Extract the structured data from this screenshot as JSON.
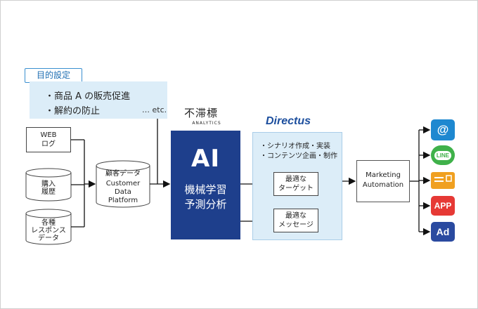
{
  "goal": {
    "tag": "目的設定",
    "items": [
      "・商品 A の販売促進",
      "・解約の防止"
    ],
    "etc": "… etc."
  },
  "sources": {
    "web_log": [
      "WEB",
      "ログ"
    ],
    "purchase_history": [
      "購入",
      "履歴"
    ],
    "responses": [
      "各種",
      "レスポンス",
      "データ"
    ]
  },
  "cdp": [
    "顧客データ",
    "Customer",
    "Data",
    "Platform"
  ],
  "analytics": {
    "logo_kanji": "不滞標",
    "logo_sub": "ANALYTICS",
    "title": "AI",
    "lines": [
      "機械学習",
      "予測分析"
    ]
  },
  "directus": {
    "logo": "Directus",
    "bullets": [
      "・シナリオ作成・実装",
      "・コンテンツ企画・制作"
    ],
    "targets": [
      "最適な",
      "ターゲット"
    ],
    "messages": [
      "最適な",
      "メッセージ"
    ]
  },
  "marketing_automation": [
    "Marketing",
    "Automation"
  ],
  "channels": {
    "email": "@",
    "line": "LINE",
    "mail": "",
    "app": "APP",
    "ad": "Ad"
  },
  "colors": {
    "ai_blue": "#1e3f8c",
    "light_blue": "#dcedf8",
    "email_blue": "#1e88d0",
    "line_green": "#3fb14a",
    "mail_orange": "#f0a020",
    "app_red": "#e63935",
    "ad_navy": "#2a4aa0"
  }
}
